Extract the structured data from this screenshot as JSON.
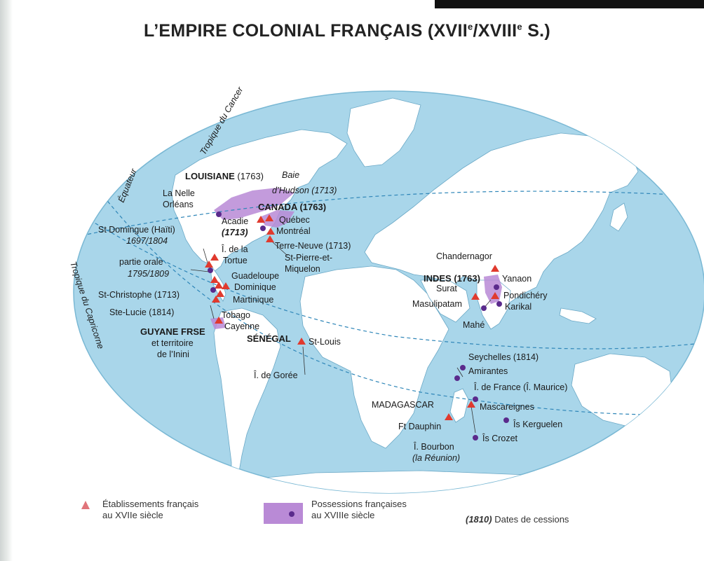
{
  "title": {
    "main": "L’EMPIRE COLONIAL FRANÇAIS (XVII",
    "e1": "e",
    "sep": "/XVIII",
    "e2": "e",
    "end": " S.)"
  },
  "lines": {
    "tropic_cancer": "Tropique du Cancer",
    "equator": "Équateur",
    "tropic_capricorn": "Tropique du Capricorne"
  },
  "labels": {
    "louisiane": "LOUISIANE",
    "louisiane_date": "(1763)",
    "baie": "Baie",
    "hudson": "d’Hudson (1713)",
    "nlle": "La Nelle",
    "orleans": "Orléans",
    "canada": "CANADA (1763)",
    "acadie": "Acadie",
    "acadie_date": "(1713)",
    "quebec": "Québec",
    "montreal": "Montréal",
    "terre_neuve": "Terre-Neuve (1713)",
    "st_pierre": "St-Pierre-et-",
    "miquelon": "Miquelon",
    "st_domingue": "St Domingue (Haïti)",
    "st_domingue_dates": "1697/1804",
    "ile_tortue_1": "Î. de la",
    "ile_tortue_2": "Tortue",
    "partie": "partie orale",
    "partie_dates": "1795/1809",
    "guadeloupe": "Guadeloupe",
    "dominique": "Dominique",
    "st_christophe": "St-Christophe (1713)",
    "martinique": "Martinique",
    "ste_lucie": "Ste-Lucie (1814)",
    "tobago": "Tobago",
    "cayenne": "Cayenne",
    "guyane_1": "GUYANE FRSE",
    "guyane_2": "et territoire",
    "guyane_3": "de l’Inini",
    "senegal": "SÉNÉGAL",
    "st_louis": "St-Louis",
    "goree": "Î. de Gorée",
    "chandernagor": "Chandernagor",
    "indes": "INDES (1763)",
    "yanaon": "Yanaon",
    "surat": "Surat",
    "pondichery": "Pondichéry",
    "masulipatam": "Masulipatam",
    "karikal": "Karikal",
    "mahe": "Mahé",
    "seychelles": "Seychelles (1814)",
    "amirantes": "Amirantes",
    "ile_france": "Î. de France (Î. Maurice)",
    "madagascar": "MADAGASCAR",
    "mascareignes": "Mascareignes",
    "kerguelen": "Îs Kerguelen",
    "dauphin": "Ft Dauphin",
    "crozet": "Îs Crozet",
    "bourbon": "Î. Bourbon",
    "reunion": "(la Réunion)"
  },
  "legend": {
    "triangle_1": "Établissements français",
    "triangle_2": "au XVIIe siècle",
    "possession_1": "Possessions françaises",
    "possession_2": "au XVIIIe siècle",
    "cession_date": "(1810)",
    "cession_text": "Dates de cessions"
  },
  "colors": {
    "ocean": "#a9d6ea",
    "land": "#ffffff",
    "possession": "#b98ad6",
    "triangle": "#e03a2e",
    "dot": "#5a2a8c",
    "line": "#2f86b8"
  }
}
